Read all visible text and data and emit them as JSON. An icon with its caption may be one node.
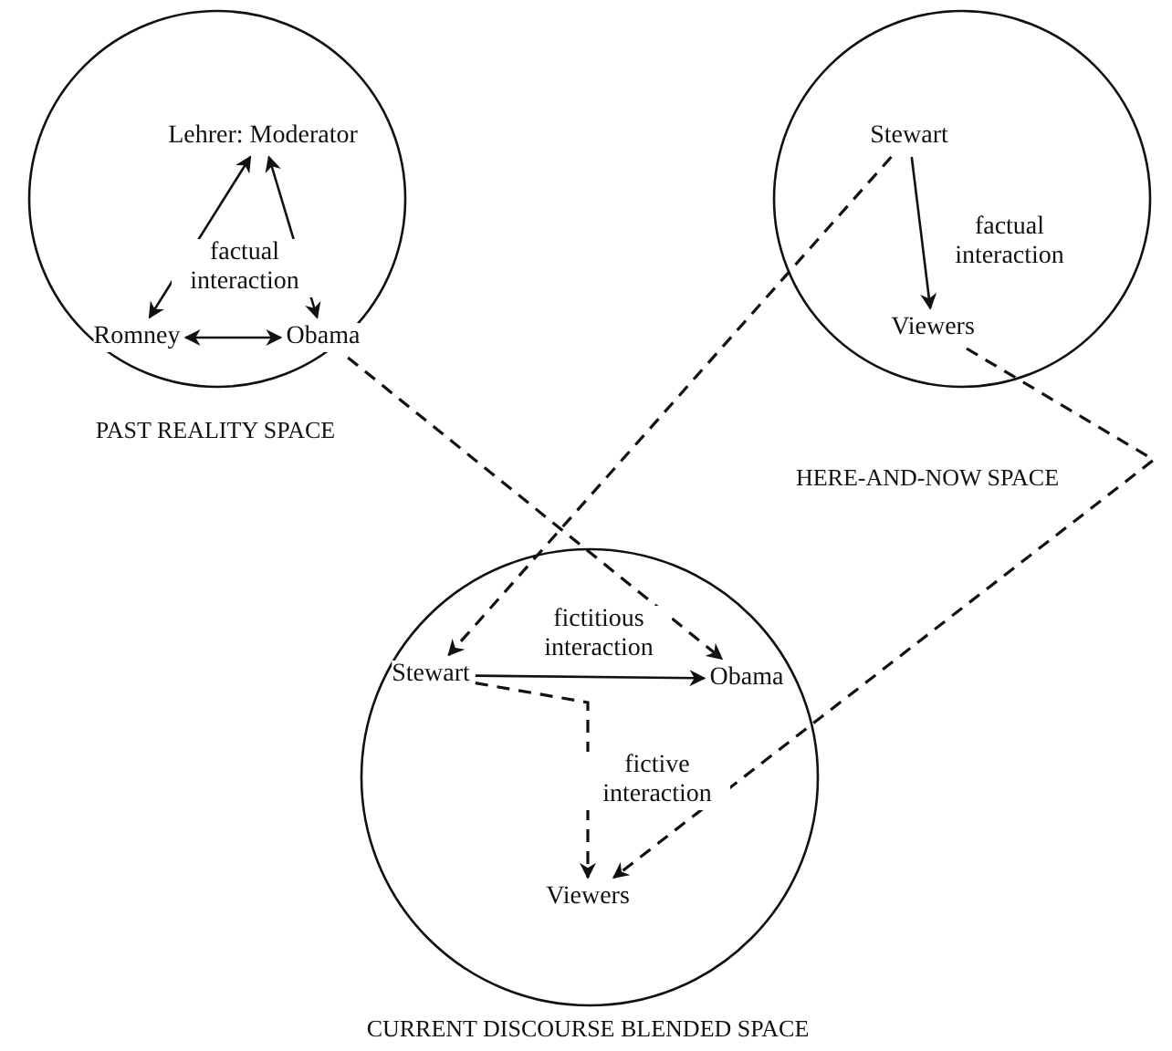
{
  "diagram": {
    "nodes": [
      {
        "text": [
          "PAST REALITY SPACE"
        ]
      },
      {
        "text": [
          "Lehrer: Moderator"
        ],
        "in": 0
      },
      {
        "text": [
          "Romney"
        ],
        "in": 0
      },
      {
        "text": [
          "Obama"
        ],
        "in": 0
      },
      {
        "text": [
          "HERE-AND-NOW SPACE"
        ]
      },
      {
        "text": [
          "Stewart"
        ],
        "in": 4
      },
      {
        "text": [
          "Viewers"
        ],
        "in": 4
      },
      {
        "text": [
          "CURRENT DISCOURSE BLENDED SPACE"
        ]
      },
      {
        "text": [
          "Stewart"
        ],
        "in": 7
      },
      {
        "text": [
          "Obama"
        ],
        "in": 7
      },
      {
        "text": [
          "Viewers"
        ],
        "in": 7
      }
    ],
    "edges": [
      {
        "from": 1,
        "to": 2,
        "arrow": "both"
      },
      {
        "from": 1,
        "to": 3,
        "arrow": "both"
      },
      {
        "from": 2,
        "to": 3,
        "arrow": "both"
      },
      {
        "from": 5,
        "to": 6,
        "arrow": "to",
        "label": "factual interaction"
      },
      {
        "from": 8,
        "to": 9,
        "arrow": "to",
        "label": "fictitious interaction"
      },
      {
        "from": 8,
        "to": 10,
        "arrow": "to",
        "label": "fictive interaction",
        "style": "dashed"
      },
      {
        "from": 3,
        "to": 9,
        "arrow": "to",
        "style": "dashed"
      },
      {
        "from": 5,
        "to": 8,
        "arrow": "to",
        "style": "dashed"
      },
      {
        "from": 6,
        "to": 10,
        "arrow": "to",
        "style": "dashed"
      }
    ],
    "labels": [
      "factual interaction"
    ]
  }
}
